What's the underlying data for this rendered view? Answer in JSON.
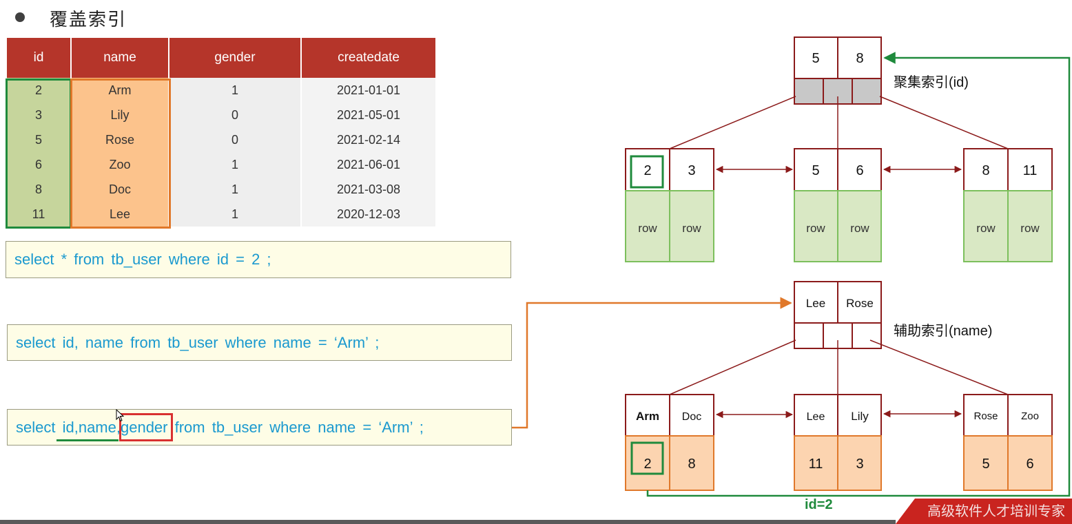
{
  "heading": "覆盖索引",
  "table": {
    "columns": [
      "id",
      "name",
      "gender",
      "createdate"
    ],
    "rows": [
      [
        "2",
        "Arm",
        "1",
        "2021-01-01"
      ],
      [
        "3",
        "Lily",
        "0",
        "2021-05-01"
      ],
      [
        "5",
        "Rose",
        "0",
        "2021-02-14"
      ],
      [
        "6",
        "Zoo",
        "1",
        "2021-06-01"
      ],
      [
        "8",
        "Doc",
        "1",
        "2021-03-08"
      ],
      [
        "11",
        "Lee",
        "1",
        "2020-12-03"
      ]
    ]
  },
  "queries": {
    "q1": "select * from tb_user where id = 2 ;",
    "q2": "select id, name from tb_user where name = ‘Arm’ ;",
    "q3_prefix": "select ",
    "q3_cols": "id,name,",
    "q3_gender": "gender",
    "q3_suffix": " from tb_user where name = ‘Arm’ ;"
  },
  "clustered_index": {
    "label": "聚集索引(id)",
    "root_keys": [
      "5",
      "8"
    ],
    "leaves": [
      {
        "keys": [
          "2",
          "3"
        ],
        "rows": [
          "row",
          "row"
        ]
      },
      {
        "keys": [
          "5",
          "6"
        ],
        "rows": [
          "row",
          "row"
        ]
      },
      {
        "keys": [
          "8",
          "11"
        ],
        "rows": [
          "row",
          "row"
        ]
      }
    ]
  },
  "secondary_index": {
    "label": "辅助索引(name)",
    "root_keys": [
      "Lee",
      "Rose"
    ],
    "leaves": [
      {
        "keys": [
          "Arm",
          "Doc"
        ],
        "values": [
          "2",
          "8"
        ]
      },
      {
        "keys": [
          "Lee",
          "Lily"
        ],
        "values": [
          "11",
          "3"
        ]
      },
      {
        "keys": [
          "Rose",
          "Zoo"
        ],
        "values": [
          "5",
          "6"
        ]
      }
    ]
  },
  "lookup_label": "id=2",
  "watermark": "高级软件人才培训专家",
  "colors": {
    "header_red": "#b5352a",
    "id_green": "#c6d59c",
    "name_orange": "#fcc38c",
    "tree_border": "#8b1a1a",
    "highlight_green": "#1f8a3c",
    "arrow_orange": "#e0782a",
    "row_green": "#d9e8c4",
    "leaf_orange": "#fcd4b0"
  }
}
